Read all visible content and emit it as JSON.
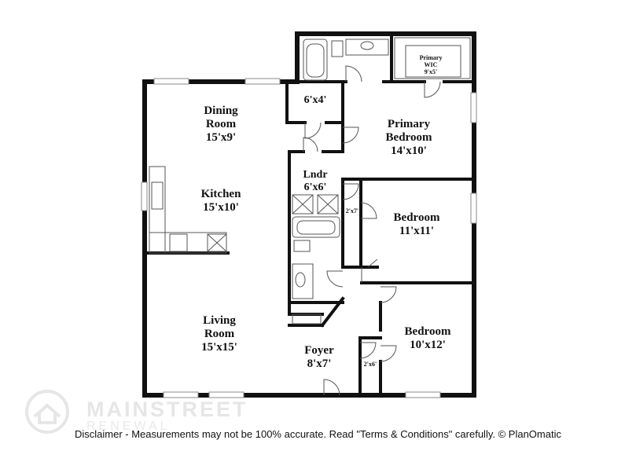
{
  "rooms": {
    "primary_wic": {
      "name": "Primary\nWIC",
      "dims": "9'x5'"
    },
    "closet_6x4": {
      "dims": "6'x4'"
    },
    "primary_bedroom": {
      "name": "Primary\nBedroom",
      "dims": "14'x10'"
    },
    "dining_room": {
      "name": "Dining\nRoom",
      "dims": "15'x9'"
    },
    "laundry": {
      "name": "Lndr",
      "dims": "6'x6'"
    },
    "kitchen": {
      "name": "Kitchen",
      "dims": "15'x10'"
    },
    "closet_2x7": {
      "dims": "2'x7'"
    },
    "bedroom_2": {
      "name": "Bedroom",
      "dims": "11'x11'"
    },
    "living_room": {
      "name": "Living\nRoom",
      "dims": "15'x15'"
    },
    "bedroom_3": {
      "name": "Bedroom",
      "dims": "10'x12'"
    },
    "foyer": {
      "name": "Foyer",
      "dims": "8'x7'"
    },
    "closet_2x6": {
      "dims": "2'x6'"
    }
  },
  "watermark": {
    "brand": "MAINSTREET",
    "sub": "RENEWAL"
  },
  "disclaimer": "Disclaimer - Measurements may not be 100% accurate. Read \"Terms & Conditions\" carefully. © PlanOmatic",
  "colors": {
    "wall": "#111111",
    "fixture": "#555555",
    "background": "#ffffff",
    "watermark": "#e6e6e6"
  }
}
